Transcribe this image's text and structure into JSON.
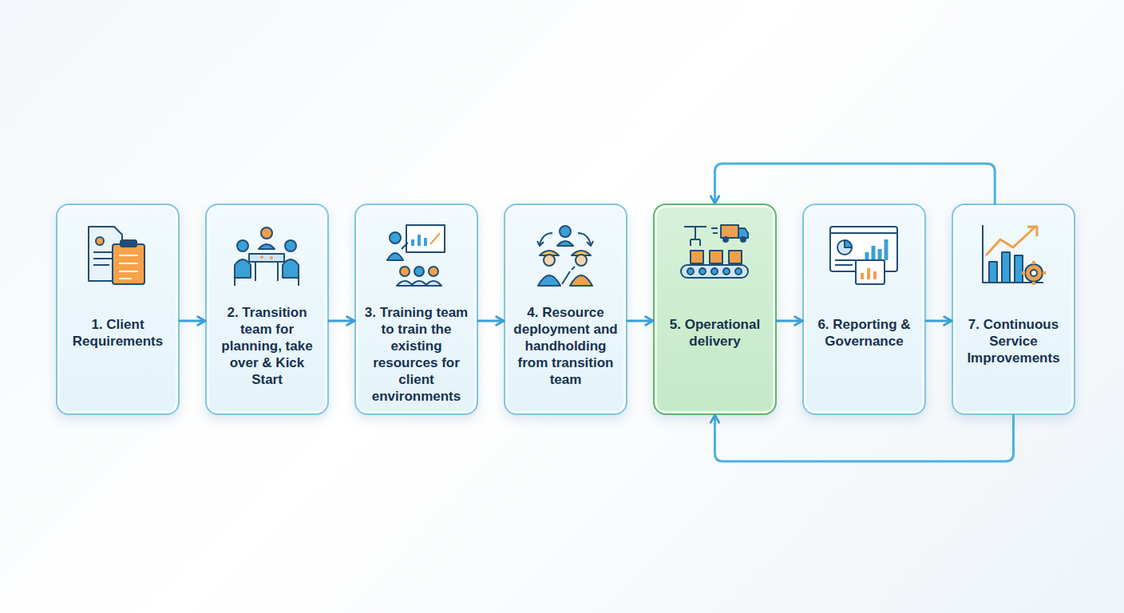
{
  "diagram": {
    "nodes": [
      {
        "text": [
          "1. Client Requirements"
        ]
      },
      {
        "text": [
          "2. Transition team for planning, take over & Kick Start"
        ]
      },
      {
        "text": [
          "3. Training team to train the existing resources for client environments"
        ]
      },
      {
        "text": [
          "4. Resource deployment and handholding from transition team"
        ]
      },
      {
        "text": [
          "5. Operational delivery"
        ]
      },
      {
        "text": [
          "6. Reporting & Governance"
        ]
      },
      {
        "text": [
          "7. Continuous Service Improvements"
        ]
      }
    ],
    "edges": [
      {
        "from": 0,
        "to": 1,
        "arrow": "to"
      },
      {
        "from": 1,
        "to": 2,
        "arrow": "to"
      },
      {
        "from": 2,
        "to": 3,
        "arrow": "to"
      },
      {
        "from": 3,
        "to": 4,
        "arrow": "to"
      },
      {
        "from": 4,
        "to": 5,
        "arrow": "to"
      },
      {
        "from": 5,
        "to": 6,
        "arrow": "to"
      },
      {
        "from": 6,
        "to": 4,
        "arrow": "to"
      },
      {
        "from": 6,
        "to": 4,
        "arrow": "to"
      }
    ]
  }
}
